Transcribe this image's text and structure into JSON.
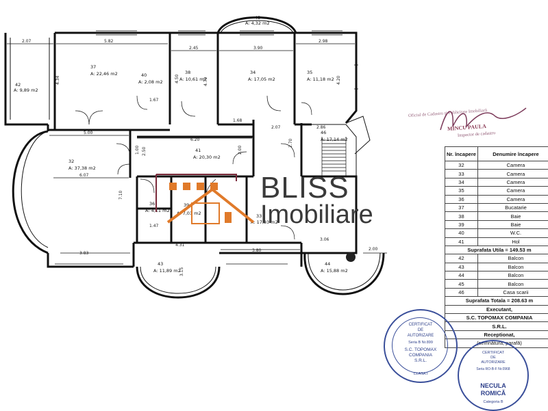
{
  "rooms": [
    {
      "nr": "45",
      "area": "A: 4,32 m2"
    },
    {
      "nr": "37",
      "area": "A: 22,46 m2"
    },
    {
      "nr": "40",
      "area": "A: 2,08 m2"
    },
    {
      "nr": "38",
      "area": "A: 10,61 m2"
    },
    {
      "nr": "34",
      "area": "A: 17,05 m2"
    },
    {
      "nr": "35",
      "area": "A: 11,18 m2"
    },
    {
      "nr": "42",
      "area": "A: 9,89 m2"
    },
    {
      "nr": "32",
      "area": "A: 37,38 m2"
    },
    {
      "nr": "41",
      "area": "A: 20,30 m2"
    },
    {
      "nr": "46",
      "area": "A: 17,14 m2"
    },
    {
      "nr": "36",
      "area": "A: 4,11 m2"
    },
    {
      "nr": "39",
      "area": "A: 7,03 m2"
    },
    {
      "nr": "33",
      "area": "A: 17,93 m2"
    },
    {
      "nr": "43",
      "area": "A: 11,89 m2"
    },
    {
      "nr": "44",
      "area": "A: 15,88 m2"
    }
  ],
  "dimensions": {
    "top_left_2_07": "2.07",
    "top_5_82": "5.82",
    "top_2_45": "2.45",
    "top_3_90": "3.90",
    "top_2_98": "2.98",
    "left_5_00": "5.00",
    "mid_6_20": "6.20",
    "left_6_07": "6.07",
    "bottom_3_83": "3.83",
    "bottom_3_80": "3.80",
    "right_2_00": "2.00",
    "right_3_06": "3.06",
    "right_2_07": "2.07",
    "right_2_86": "2.86",
    "mid_1_68": "1.68",
    "mid_1_67": "1.67",
    "mid_1_47": "1.47",
    "mid_4_31": "4.31",
    "v_4_34": "4.34",
    "v_4_70": "4.70",
    "v_4_50": "4.50",
    "v_4_20": "4.20",
    "v_2_50": "2.50",
    "v_7_10": "7.10",
    "v_3_15": "3.15",
    "v_2_00": "2.00",
    "v_2_70": "2.70",
    "v_1_00": "1.00"
  },
  "logo": {
    "line1": "BLISS",
    "line2": "Imobiliare"
  },
  "signature": {
    "line1": "Oficiul de Cadastru și Publicitate Imobiliară",
    "line2": "",
    "name": "MINCU PAULA",
    "role": "Inspector de cadastru"
  },
  "legend": {
    "col_nr": "Nr. încapere",
    "col_den": "Denumire încapere",
    "rows": [
      {
        "nr": "32",
        "den": "Camera"
      },
      {
        "nr": "33",
        "den": "Camera"
      },
      {
        "nr": "34",
        "den": "Camera"
      },
      {
        "nr": "35",
        "den": "Camera"
      },
      {
        "nr": "36",
        "den": "Camera"
      },
      {
        "nr": "37",
        "den": "Bucatarie"
      },
      {
        "nr": "38",
        "den": "Baie"
      },
      {
        "nr": "39",
        "den": "Baie"
      },
      {
        "nr": "40",
        "den": "W.C."
      },
      {
        "nr": "41",
        "den": "Hol"
      }
    ],
    "util": "Suprafata Utila = 149.53 m",
    "rows2": [
      {
        "nr": "42",
        "den": "Balcon"
      },
      {
        "nr": "43",
        "den": "Balcon"
      },
      {
        "nr": "44",
        "den": "Balcon"
      },
      {
        "nr": "45",
        "den": "Balcon"
      },
      {
        "nr": "46",
        "den": "Casa scarii"
      }
    ],
    "total": "Suprafata Totala = 208.63 m",
    "executant": "Executant,",
    "company": "S.C. TOPOMAX COMPANIA",
    "srl": "S.R.L.",
    "receptionat": "Receptionat,",
    "semnatura": "(semnătură, parafă)"
  },
  "stamp1": {
    "l1": "CERTIFICAT",
    "l2": "DE",
    "l3": "AUTORIZARE",
    "l4": "Seria B Nr.899",
    "l5": "S.C. TOPOMAX",
    "l6": "COMPANIA",
    "l7": "S.R.L.",
    "l8": "CLASA I"
  },
  "stamp2": {
    "l1": "CERTIFICAT",
    "l2": "DE",
    "l3": "AUTORIZARE",
    "l4": "Seria RO-B-F Nr.0968",
    "l5": "NECULA",
    "l6": "ROMICĂ",
    "l7": "Categoria B"
  }
}
